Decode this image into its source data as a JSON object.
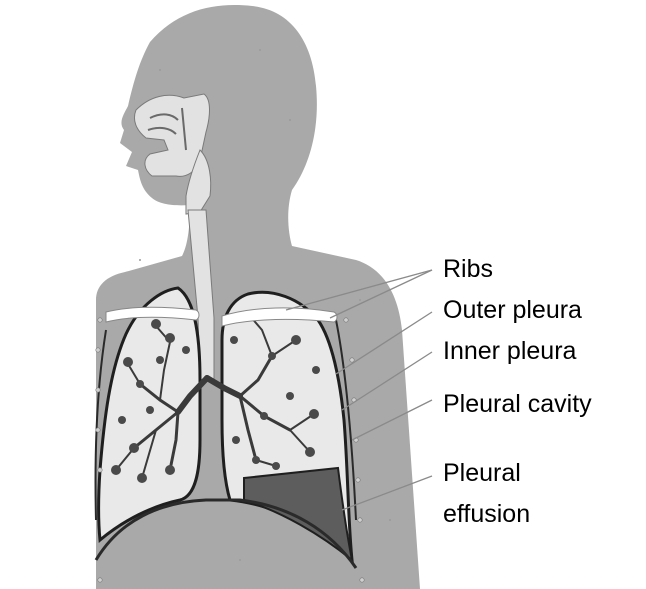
{
  "labels": {
    "ribs": "Ribs",
    "outer_pleura": "Outer pleura",
    "inner_pleura": "Inner pleura",
    "pleural_cavity": "Pleural cavity",
    "pleural_effusion_line1": "Pleural",
    "pleural_effusion_line2": "effusion"
  },
  "colors": {
    "body": "#a9a9a9",
    "airway": "#e2e2e2",
    "lung": "#e9e9e9",
    "effusion": "#5d5d5d",
    "lung_outline": "#1f1f1f",
    "ribs": "#ffffff"
  }
}
